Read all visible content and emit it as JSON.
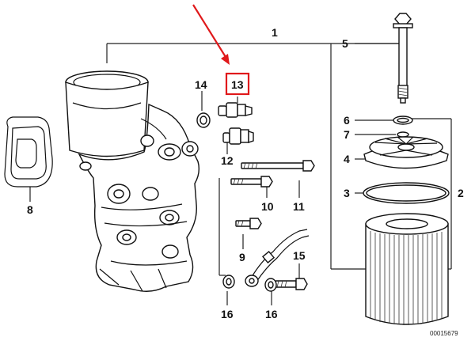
{
  "diagram": {
    "callouts": [
      "1",
      "2",
      "3",
      "4",
      "5",
      "6",
      "7",
      "8",
      "9",
      "10",
      "11",
      "12",
      "13",
      "14",
      "15",
      "16",
      "16"
    ],
    "highlighted_callout": "13",
    "reference_number": "00015679",
    "colors": {
      "highlight": "#e0191b",
      "arrow": "#e0191b",
      "line": "#222222"
    }
  }
}
